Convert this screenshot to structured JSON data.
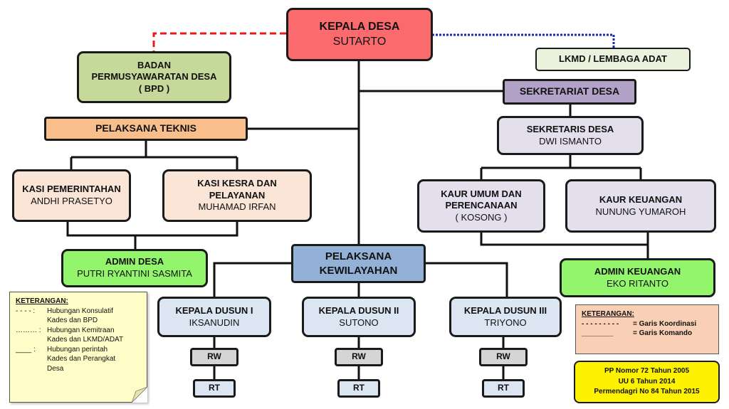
{
  "colors": {
    "red": "#fb6b6e",
    "green": "#c5d99a",
    "orange": "#f8be8c",
    "peach": "#fbe5d7",
    "lime": "#92f56b",
    "blue": "#93b0d6",
    "lightblue": "#dce6f2",
    "purple": "#b3a2c8",
    "lavender": "#e4dfec",
    "gray": "#d5d5d5",
    "yellow": "#fff200",
    "note": "#fffec8",
    "notepeach": "#f9cfb5"
  },
  "kepala_desa": {
    "title": "KEPALA DESA",
    "name": "SUTARTO"
  },
  "bpd": {
    "line1": "BADAN",
    "line2": "PERMUSYAWARATAN DESA",
    "line3": "( BPD )"
  },
  "lkmd": {
    "label": "LKMD / LEMBAGA ADAT"
  },
  "sekretariat": {
    "label": "SEKRETARIAT DESA"
  },
  "sekretaris": {
    "title": "SEKRETARIS DESA",
    "name": "DWI ISMANTO"
  },
  "pelaksana_teknis": {
    "label": "PELAKSANA TEKNIS"
  },
  "kasi_pemerintahan": {
    "title": "KASI PEMERINTAHAN",
    "name": "ANDHI PRASETYO"
  },
  "kasi_kesra": {
    "title1": "KASI KESRA DAN",
    "title2": "PELAYANAN",
    "name": "MUHAMAD IRFAN"
  },
  "kaur_umum": {
    "title1": "KAUR UMUM DAN",
    "title2": "PERENCANAAN",
    "name": "( KOSONG )"
  },
  "kaur_keuangan": {
    "title": "KAUR KEUANGAN",
    "name": "NUNUNG YUMAROH"
  },
  "admin_desa": {
    "title": "ADMIN DESA",
    "name": "PUTRI RYANTINI SASMITA"
  },
  "admin_keuangan": {
    "title": "ADMIN KEUANGAN",
    "name": "EKO RITANTO"
  },
  "pelaksana_kewilayahan": {
    "line1": "PELAKSANA",
    "line2": "KEWILAYAHAN"
  },
  "dusun": [
    {
      "title": "KEPALA DUSUN I",
      "name": "IKSANUDIN",
      "rw": "RW",
      "rt": "RT"
    },
    {
      "title": "KEPALA DUSUN II",
      "name": "SUTONO",
      "rw": "RW",
      "rt": "RT"
    },
    {
      "title": "KEPALA DUSUN III",
      "name": "TRIYONO",
      "rw": "RW",
      "rt": "RT"
    }
  ],
  "legend_left": {
    "title": "KETERANGAN:",
    "items": [
      {
        "key": "- - - -  :",
        "line1": "Hubungan Konsulatif",
        "line2": "Kades dan BPD"
      },
      {
        "key": "………  :",
        "line1": "Hubungan Kemitraan",
        "line2": "Kades dan LKMD/ADAT"
      },
      {
        "key": "____  :",
        "line1": "Hubungan perintah",
        "line2": "Kades dan Perangkat",
        "line3": "Desa"
      }
    ]
  },
  "legend_right": {
    "title": "KETERANGAN:",
    "items": [
      {
        "key": "- - - - - - - - -",
        "label": "= Garis Koordinasi"
      },
      {
        "key": "________",
        "label": "= Garis Komando"
      }
    ]
  },
  "regulation": {
    "line1": "PP Nomor 72 Tahun 2005",
    "line2": "UU 6 Tahun 2014",
    "line3": "Permendagri No 84 Tahun 2015"
  }
}
